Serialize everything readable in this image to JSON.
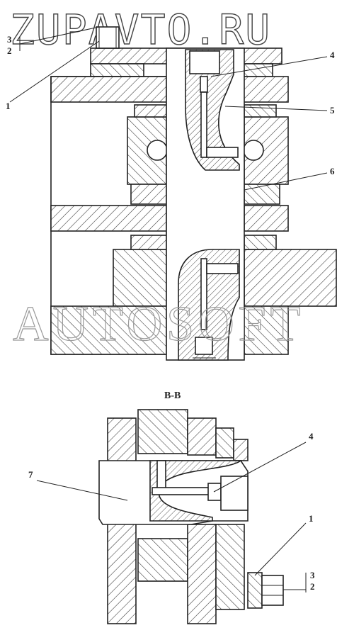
{
  "watermarks": {
    "top": "ZUPAVTO.RU",
    "middle": "AUTOSOFT"
  },
  "section_title": "B-B",
  "upper_view": {
    "callouts": {
      "c1": "1",
      "c3": "3",
      "c2": "2",
      "c4": "4",
      "c5": "5",
      "c6": "6"
    }
  },
  "lower_view": {
    "callouts": {
      "c7": "7",
      "c4": "4",
      "c1": "1",
      "c3": "3",
      "c2": "2"
    }
  },
  "colors": {
    "line": "#222222",
    "hatch": "#333333",
    "background": "#ffffff"
  }
}
